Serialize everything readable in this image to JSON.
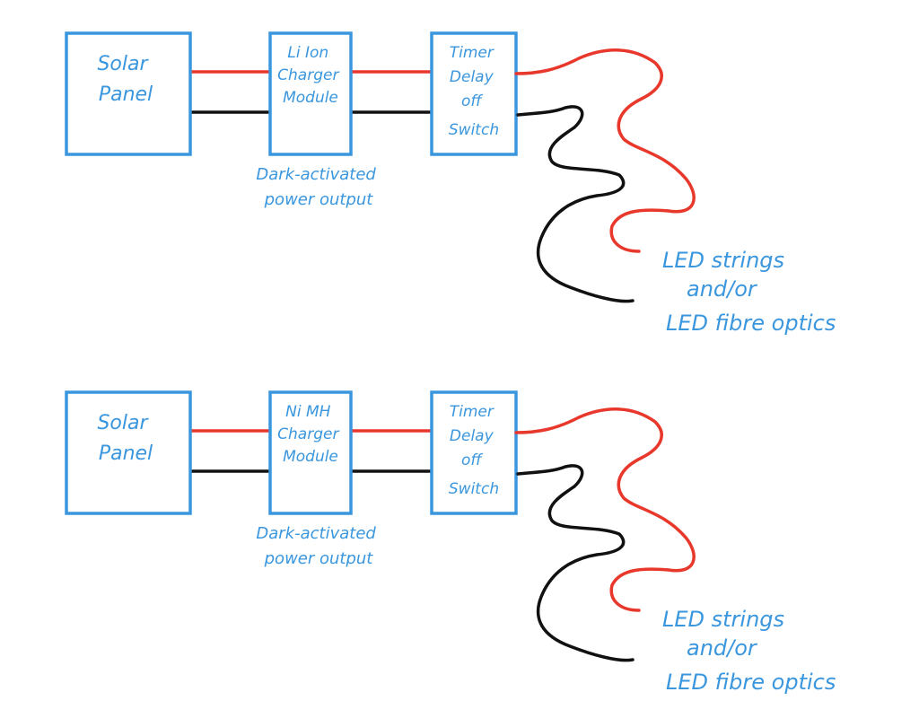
{
  "colors": {
    "box_stroke": "#3a96dd",
    "text": "#3a96dd",
    "positive_wire": "#e8382b",
    "negative_wire": "#111111",
    "background": "#ffffff"
  },
  "diagrams": [
    {
      "name": "li-ion-circuit",
      "solar_panel": {
        "lines": [
          "Solar",
          "Panel"
        ]
      },
      "charger": {
        "lines": [
          "Li Ion",
          "Charger",
          "Module"
        ]
      },
      "charger_note": {
        "lines": [
          "Dark-activated",
          "power output"
        ]
      },
      "timer": {
        "lines": [
          "Timer",
          "Delay",
          "off",
          "Switch"
        ]
      },
      "output": {
        "lines": [
          "LED strings",
          "and/or",
          "LED fibre optics"
        ]
      }
    },
    {
      "name": "nimh-circuit",
      "solar_panel": {
        "lines": [
          "Solar",
          "Panel"
        ]
      },
      "charger": {
        "lines": [
          "Ni MH",
          "Charger",
          "Module"
        ]
      },
      "charger_note": {
        "lines": [
          "Dark-activated",
          "power output"
        ]
      },
      "timer": {
        "lines": [
          "Timer",
          "Delay",
          "off",
          "Switch"
        ]
      },
      "output": {
        "lines": [
          "LED strings",
          "and/or",
          "LED fibre optics"
        ]
      }
    }
  ]
}
